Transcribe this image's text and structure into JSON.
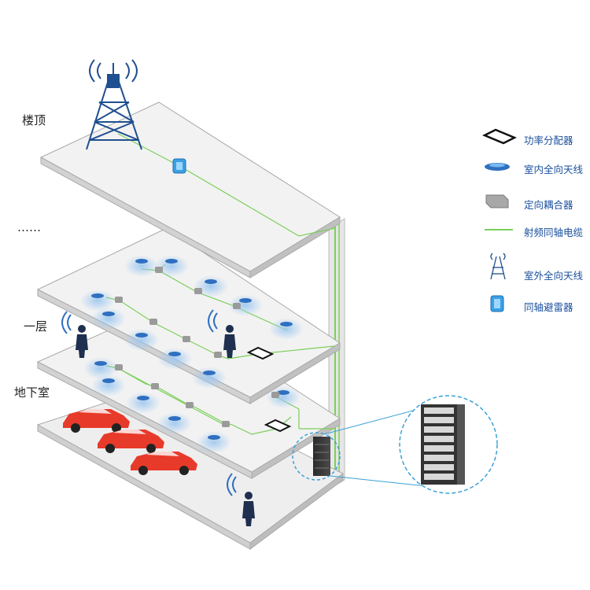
{
  "floors": {
    "roof": "楼顶",
    "ellipsis": "……",
    "first": "一层",
    "basement": "地下室"
  },
  "legend": [
    {
      "icon": "power-splitter-icon",
      "label": "功率分配器"
    },
    {
      "icon": "indoor-omni-antenna-icon",
      "label": "室内全向天线"
    },
    {
      "icon": "directional-coupler-icon",
      "label": "定向耦合器"
    },
    {
      "icon": "rf-coaxial-cable-icon",
      "label": "射频同轴电缆"
    },
    {
      "icon": "outdoor-omni-antenna-icon",
      "label": "室外全向天线"
    },
    {
      "icon": "coaxial-lightning-arrester-icon",
      "label": "同轴避雷器"
    }
  ],
  "colors": {
    "cable": "#7ccf5a",
    "slab_top": "#f2f2f2",
    "slab_edge": "#b8b8b8",
    "tower": "#1f4f8f",
    "antenna": "#2f6fc0",
    "car": "#e83a2a",
    "label": "#1a4f9c",
    "zoom_circle": "#3aa0d6"
  }
}
